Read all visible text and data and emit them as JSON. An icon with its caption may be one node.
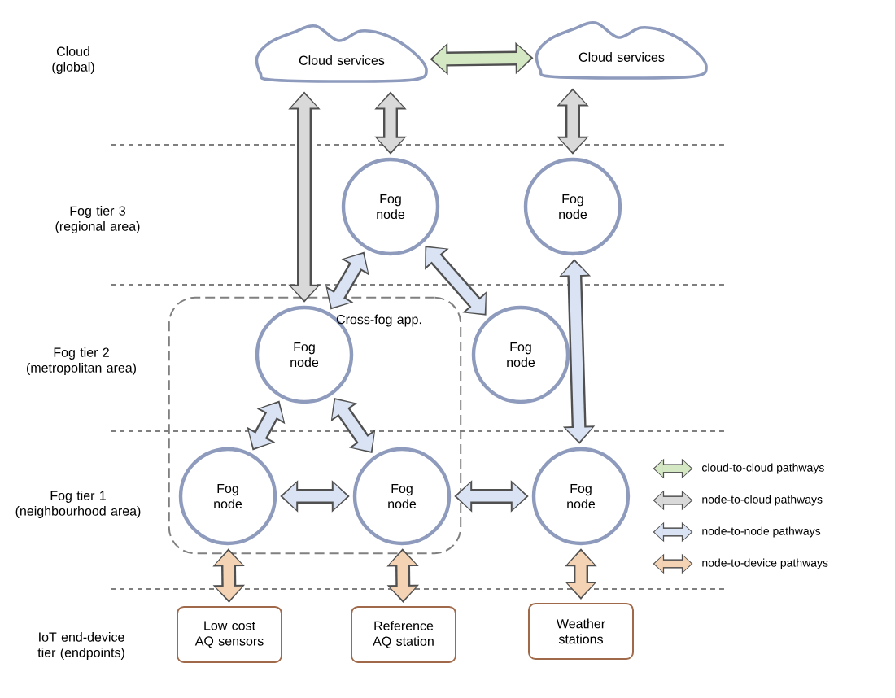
{
  "diagram": {
    "nodes": [
      {
        "text": [
          "Cloud services"
        ]
      },
      {
        "text": [
          "Cloud services"
        ]
      },
      {
        "text": [
          "Fog node"
        ]
      },
      {
        "text": [
          "Fog node"
        ]
      },
      {
        "text": [
          "Cross-fog app."
        ]
      },
      {
        "text": [
          "Fog node"
        ],
        "in": 4
      },
      {
        "text": [
          "Fog node"
        ]
      },
      {
        "text": [
          "Fog node"
        ],
        "in": 4
      },
      {
        "text": [
          "Fog node"
        ],
        "in": 4
      },
      {
        "text": [
          "Fog node"
        ]
      },
      {
        "text": [
          "Low cost AQ sensors"
        ]
      },
      {
        "text": [
          "Reference AQ station"
        ]
      },
      {
        "text": [
          "Weather stations"
        ]
      }
    ],
    "edges": [
      {
        "from": 0,
        "to": 1,
        "arrow": "both",
        "color": "#d5e8c4"
      },
      {
        "from": 0,
        "to": 5,
        "arrow": "both",
        "color": "#d9d9d9"
      },
      {
        "from": 0,
        "to": 2,
        "arrow": "both",
        "color": "#d9d9d9"
      },
      {
        "from": 1,
        "to": 3,
        "arrow": "both",
        "color": "#d9d9d9"
      },
      {
        "from": 2,
        "to": 5,
        "arrow": "both"
      },
      {
        "from": 2,
        "to": 6,
        "arrow": "both"
      },
      {
        "from": 3,
        "to": 9,
        "arrow": "both"
      },
      {
        "from": 5,
        "to": 7,
        "arrow": "both"
      },
      {
        "from": 5,
        "to": 8,
        "arrow": "both"
      },
      {
        "from": 7,
        "to": 8,
        "arrow": "both"
      },
      {
        "from": 8,
        "to": 9,
        "arrow": "both"
      },
      {
        "from": 7,
        "to": 10,
        "arrow": "both",
        "color": "#f4d3b4"
      },
      {
        "from": 8,
        "to": 11,
        "arrow": "both",
        "color": "#f4d3b4"
      },
      {
        "from": 9,
        "to": 12,
        "arrow": "both",
        "color": "#f4d3b4"
      }
    ],
    "labels": [
      "Cloud (global)",
      "Fog tier 3 (regional area)",
      "Fog tier 2 (metropolitan area)",
      "Fog tier 1 (neighbourhood area)",
      "IoT end-device tier (endpoints)"
    ],
    "legend": [
      {
        "text": "cloud-to-cloud pathways",
        "color": "#d5e8c4"
      },
      {
        "text": "node-to-cloud pathways",
        "color": "#d9d9d9"
      },
      {
        "text": "node-to-node pathways",
        "color": "#dae3f3"
      },
      {
        "text": "node-to-device pathways",
        "color": "#f4d3b4"
      }
    ]
  }
}
